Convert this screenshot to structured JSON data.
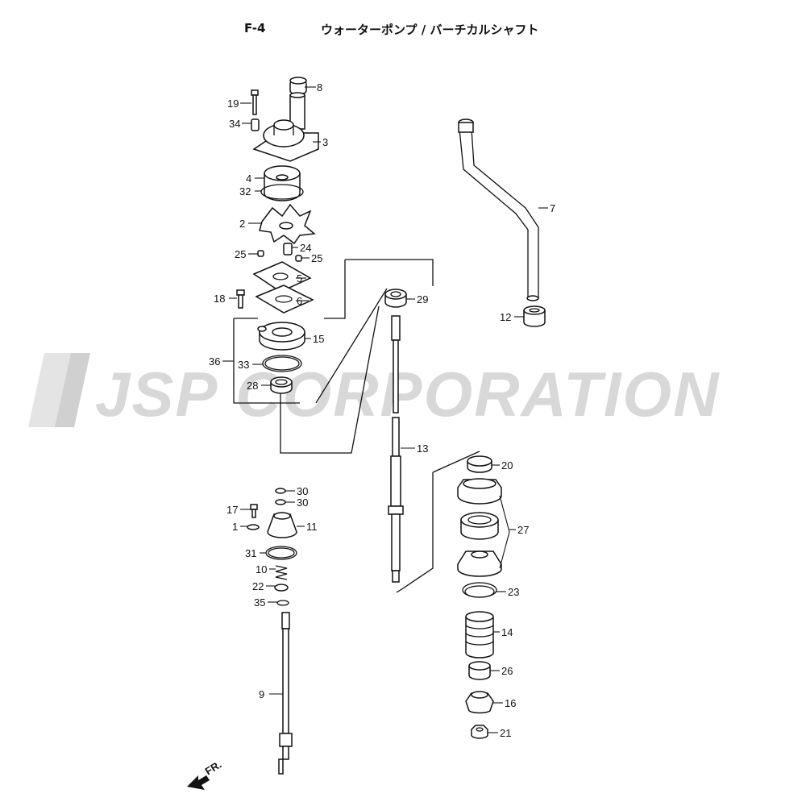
{
  "header": {
    "code": "F-4",
    "title": "ウォーターポンプ / バーチカルシャフト"
  },
  "watermark": {
    "text": "JSP CORPORATION"
  },
  "direction_label": "FR.",
  "callouts": {
    "c1": "1",
    "c2": "2",
    "c3": "3",
    "c4": "4",
    "c5": "5",
    "c6": "6",
    "c7": "7",
    "c8": "8",
    "c9": "9",
    "c10": "10",
    "c11": "11",
    "c12": "12",
    "c13": "13",
    "c14": "14",
    "c15": "15",
    "c16": "16",
    "c17": "17",
    "c18": "18",
    "c19": "19",
    "c20": "20",
    "c21": "21",
    "c22": "22",
    "c23": "23",
    "c24": "24",
    "c25a": "25",
    "c25b": "25",
    "c26": "26",
    "c27": "27",
    "c28": "28",
    "c29": "29",
    "c30a": "30",
    "c30b": "30",
    "c31": "31",
    "c32": "32",
    "c33": "33",
    "c34": "34",
    "c35": "35",
    "c36": "36"
  }
}
